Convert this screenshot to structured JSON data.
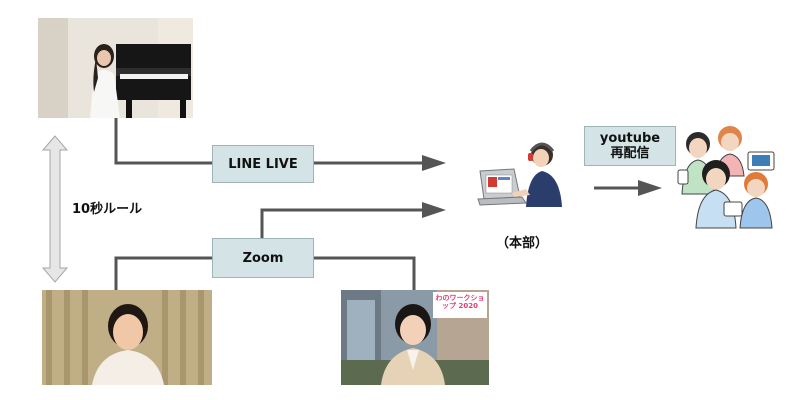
{
  "diagram": {
    "line_live_label": "LINE LIVE",
    "zoom_label": "Zoom",
    "ten_second_rule_label": "10秒ルール",
    "headquarters_label": "（本部）",
    "youtube_label_line1": "youtube",
    "youtube_label_line2": "再配信",
    "event_banner_text": "わのワークショップ 2020"
  },
  "colors": {
    "connector_line": "#555555",
    "label_fill": "#d3e3e6",
    "double_arrow": "#d9d9d9"
  },
  "icons": {
    "pianist_photo": "pianist-photo",
    "performer_photo": "performer-photo",
    "host_photo": "host-photo",
    "operator_illustration": "laptop-operator-illustration",
    "audience_illustration": "audience-group-illustration"
  }
}
